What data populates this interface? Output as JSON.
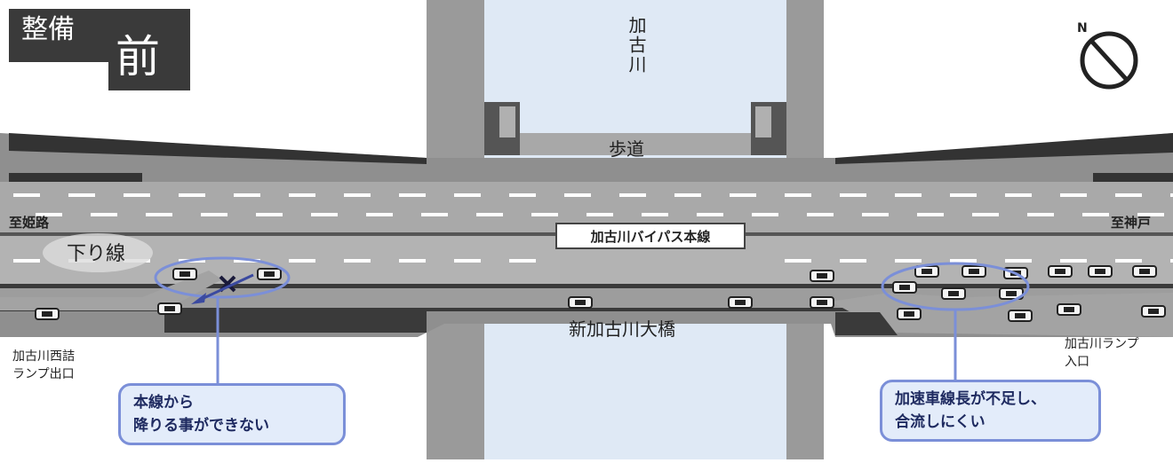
{
  "title": {
    "prefix": "整備",
    "main": "前"
  },
  "river": {
    "name": "加古川"
  },
  "sidewalk_label": "歩道",
  "mainline_label": "加古川バイパス本線",
  "direction_west": "至姫路",
  "direction_east": "至神戸",
  "lane_label": "下り線",
  "bridge_name": "新加古川大橋",
  "exit_ramp": {
    "line1": "加古川西詰",
    "line2": "ランプ出口"
  },
  "entry_ramp": {
    "line1": "加古川ランプ",
    "line2": "入口"
  },
  "callout_left": {
    "line1": "本線から",
    "line2": "降りる事ができない"
  },
  "callout_right": {
    "line1": "加速車線長が不足し、",
    "line2": "合流しにくい"
  },
  "compass_letter": "N",
  "colors": {
    "road": "#8f8f8f",
    "road_dark": "#3a3a3a",
    "river": "#dfe9f5",
    "callout_border": "#7b8fd8",
    "callout_fill": "#e3ecfa",
    "mark": "#1a1a3a"
  }
}
